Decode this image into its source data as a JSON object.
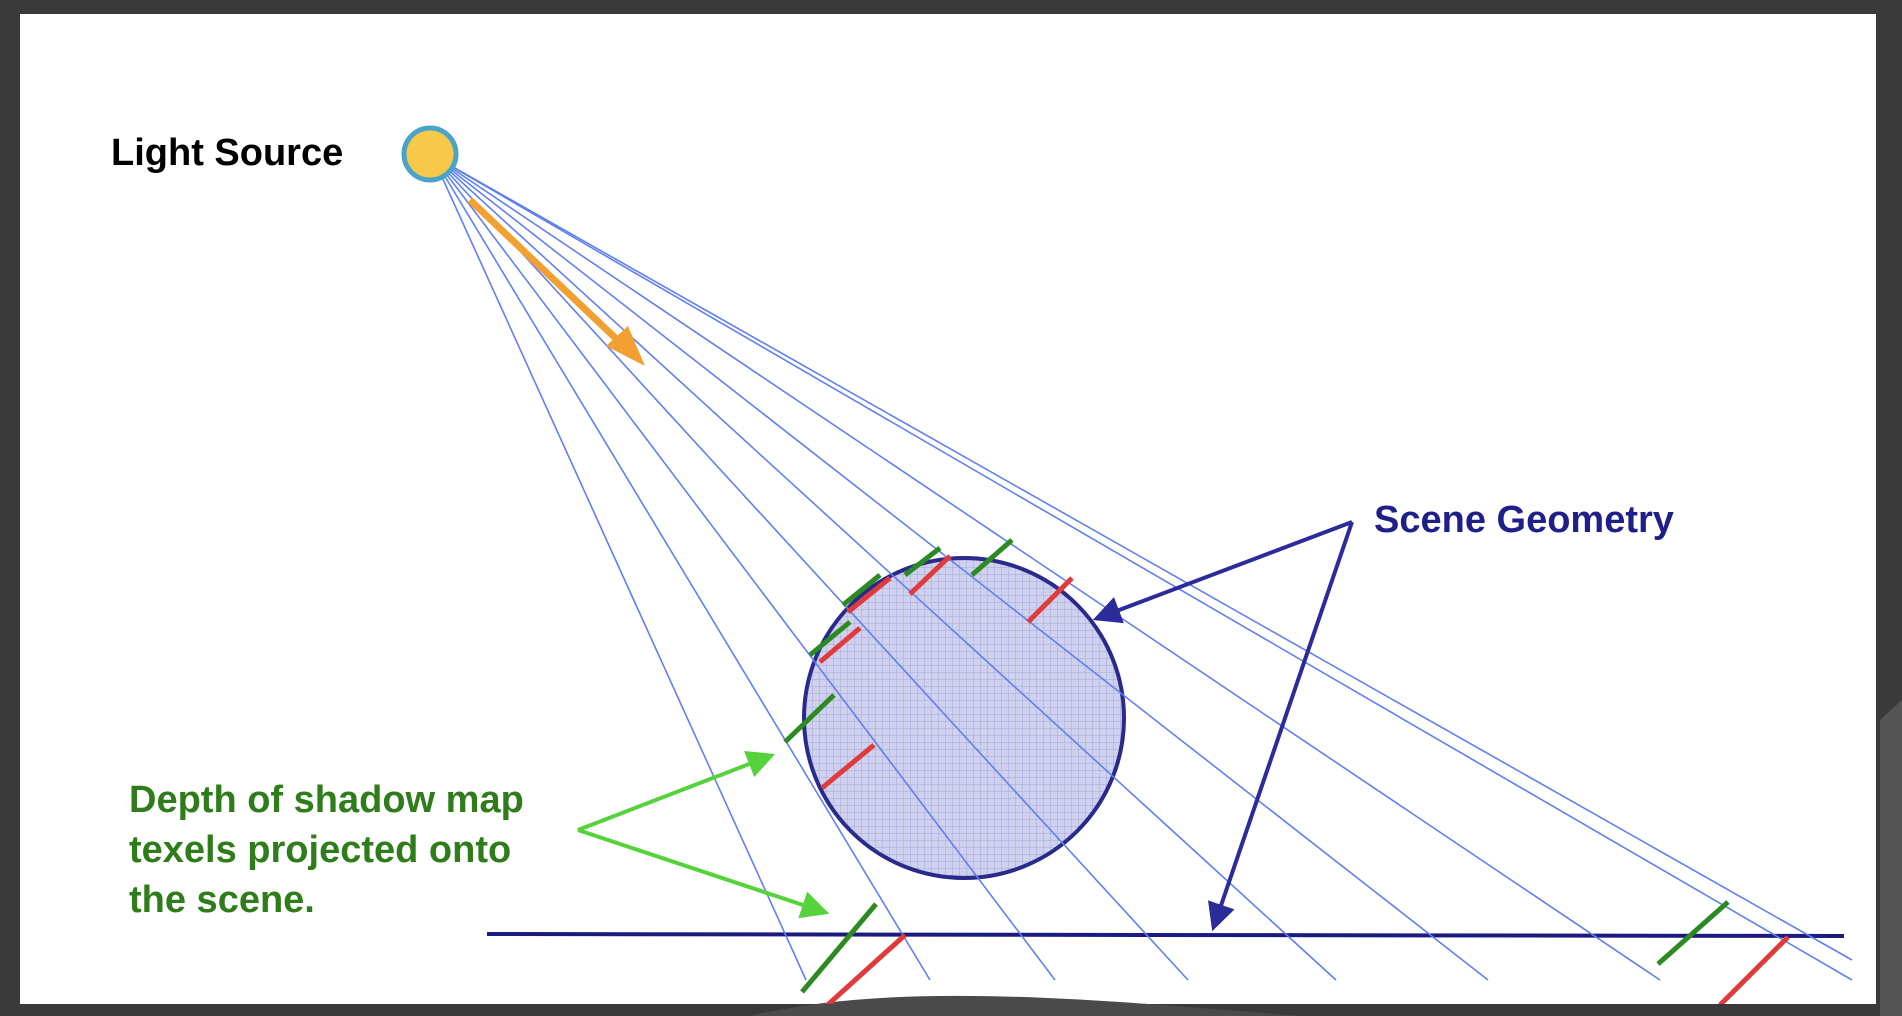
{
  "labels": {
    "light_source": "Light Source",
    "scene_geometry": "Scene Geometry",
    "depth_lines": [
      "Depth of shadow map",
      "texels projected onto",
      "the scene."
    ]
  },
  "colors": {
    "background_frame": "#3a3a3a",
    "slide": "#ffffff",
    "light_fill": "#f7c948",
    "light_stroke": "#4aa3c8",
    "light_label": "#000000",
    "scene_label": "#1f1f8a",
    "scene_geometry": "#1a1a80",
    "sphere_fill": "#c7c9ea",
    "rays": "#5b7bea",
    "depth_label": "#2e7d1a",
    "depth_arrow": "#56d23c",
    "texel_green": "#2d8a22",
    "texel_red": "#e03a3a",
    "direction_arrow": "#f3a033"
  },
  "icons": {
    "light": "light-source-circle-icon",
    "direction": "light-direction-arrow-icon"
  }
}
